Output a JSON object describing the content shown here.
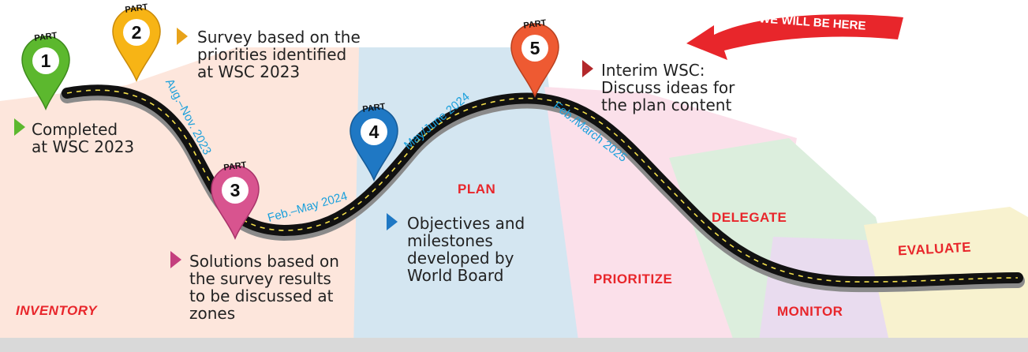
{
  "phases": {
    "inventory": "INVENTORY",
    "plan": "PLAN",
    "prioritize": "PRIORITIZE",
    "delegate": "DELEGATE",
    "monitor": "MONITOR",
    "evaluate": "EVALUATE"
  },
  "banner": "WE WILL BE HERE",
  "pins": [
    {
      "part": "PART",
      "number": "1",
      "color": "#5cb82e"
    },
    {
      "part": "PART",
      "number": "2",
      "color": "#f7b415"
    },
    {
      "part": "PART",
      "number": "3",
      "color": "#d8548f"
    },
    {
      "part": "PART",
      "number": "4",
      "color": "#1f78c4"
    },
    {
      "part": "PART",
      "number": "5",
      "color": "#ee5a32"
    }
  ],
  "dates": {
    "d2": "Aug.–Nov. 2023",
    "d3": "Feb.–May 2024",
    "d4": "May/June 2024",
    "d5": "Feb./March 2025"
  },
  "notes": {
    "n1": [
      "Completed",
      "at WSC 2023"
    ],
    "n2": [
      "Survey based on the",
      "priorities identified",
      "at WSC 2023"
    ],
    "n3": [
      "Solutions based on",
      "the survey results",
      "to be discussed at",
      "zones"
    ],
    "n4": [
      "Objectives and",
      "milestones",
      "developed by",
      "World Board"
    ],
    "n5": [
      "Interim WSC:",
      "Discuss ideas for",
      "the plan content"
    ]
  },
  "colors": {
    "inventory_bg": "#fde6dc",
    "plan_bg": "#d4e6f1",
    "prioritize_bg": "#fbe0ea",
    "delegate_bg": "#dceedd",
    "monitor_bg": "#e9dcef",
    "evaluate_bg": "#f8f2cf",
    "road": "#111111",
    "banner_red": "#e8262b",
    "date_blue": "#1aa0dc"
  }
}
